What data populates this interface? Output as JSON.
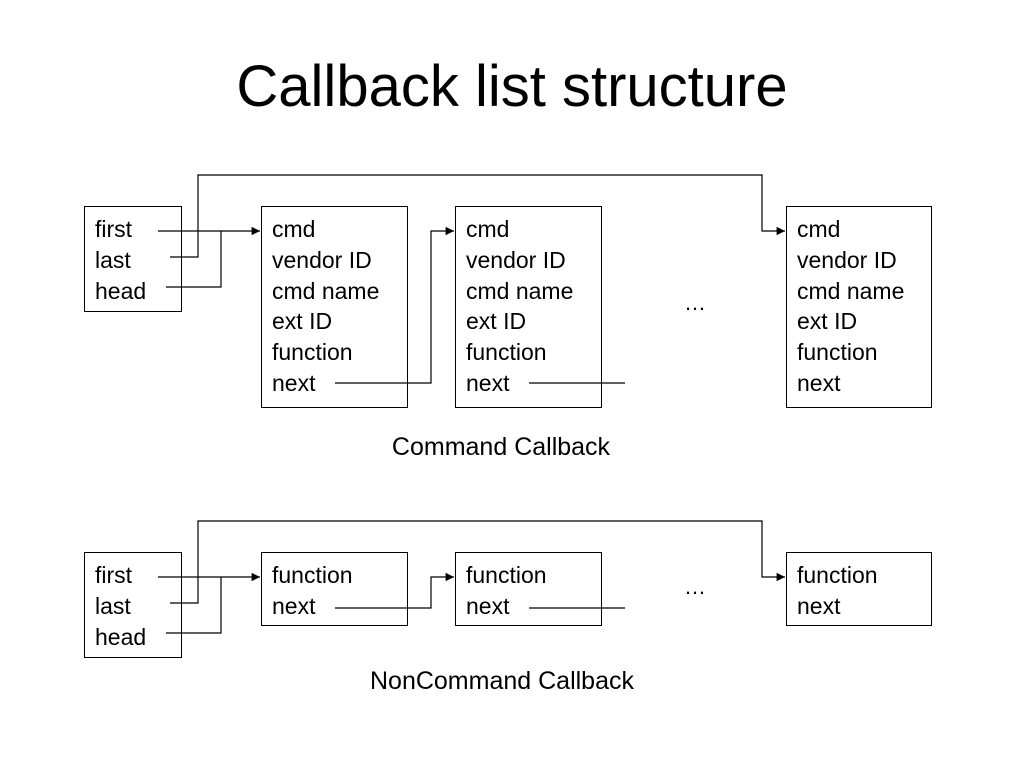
{
  "title": "Callback list structure",
  "command_section": {
    "caption": "Command Callback",
    "header_fields": [
      "first",
      "last",
      "head"
    ],
    "nodes": [
      [
        "cmd",
        "vendor ID",
        "cmd name",
        "ext ID",
        "function",
        "next"
      ],
      [
        "cmd",
        "vendor ID",
        "cmd name",
        "ext ID",
        "function",
        "next"
      ],
      [
        "cmd",
        "vendor ID",
        "cmd name",
        "ext ID",
        "function",
        "next"
      ]
    ],
    "ellipsis": "…"
  },
  "noncommand_section": {
    "caption": "NonCommand Callback",
    "header_fields": [
      "first",
      "last",
      "head"
    ],
    "nodes": [
      [
        "function",
        "next"
      ],
      [
        "function",
        "next"
      ],
      [
        "function",
        "next"
      ]
    ],
    "ellipsis": "…"
  }
}
